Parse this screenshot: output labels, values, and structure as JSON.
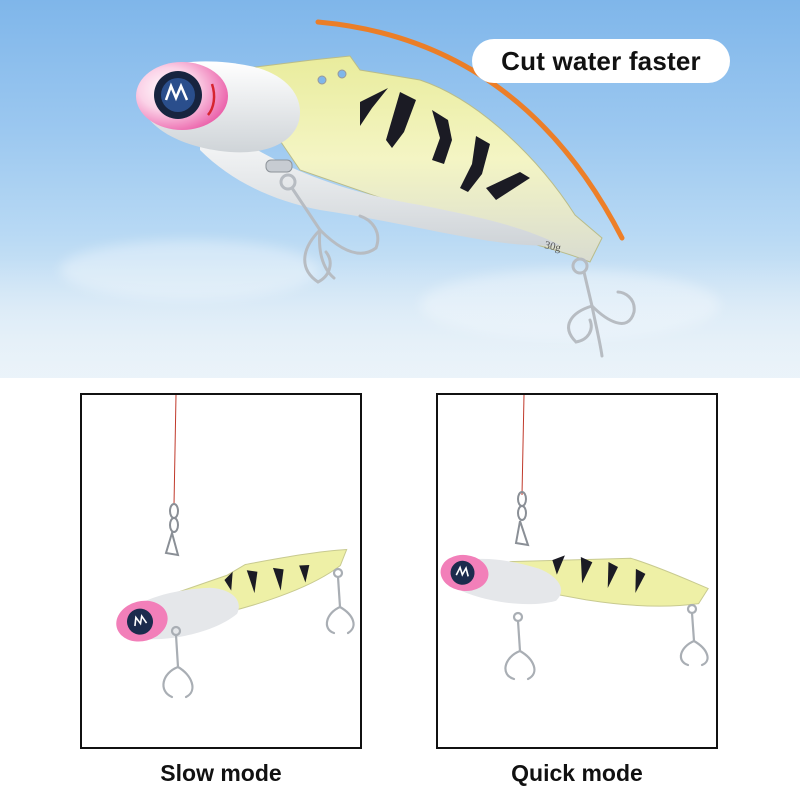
{
  "hero": {
    "tagline": "Cut water faster",
    "weight_mark": "30g"
  },
  "modes": {
    "slow_label": "Slow mode",
    "quick_label": "Quick mode"
  },
  "colors": {
    "sky_top": "#7fb6ea",
    "lure_body": "#f1f3b0",
    "lure_stripe": "#1a1a22",
    "lure_head": "#f06bb0",
    "speed_arc": "#f07a1c",
    "fishing_line": "#c0392b"
  },
  "icons": [
    "lure-image",
    "treble-hook-icon",
    "speed-arc-icon",
    "swivel-snap-icon",
    "fishing-line-icon"
  ]
}
